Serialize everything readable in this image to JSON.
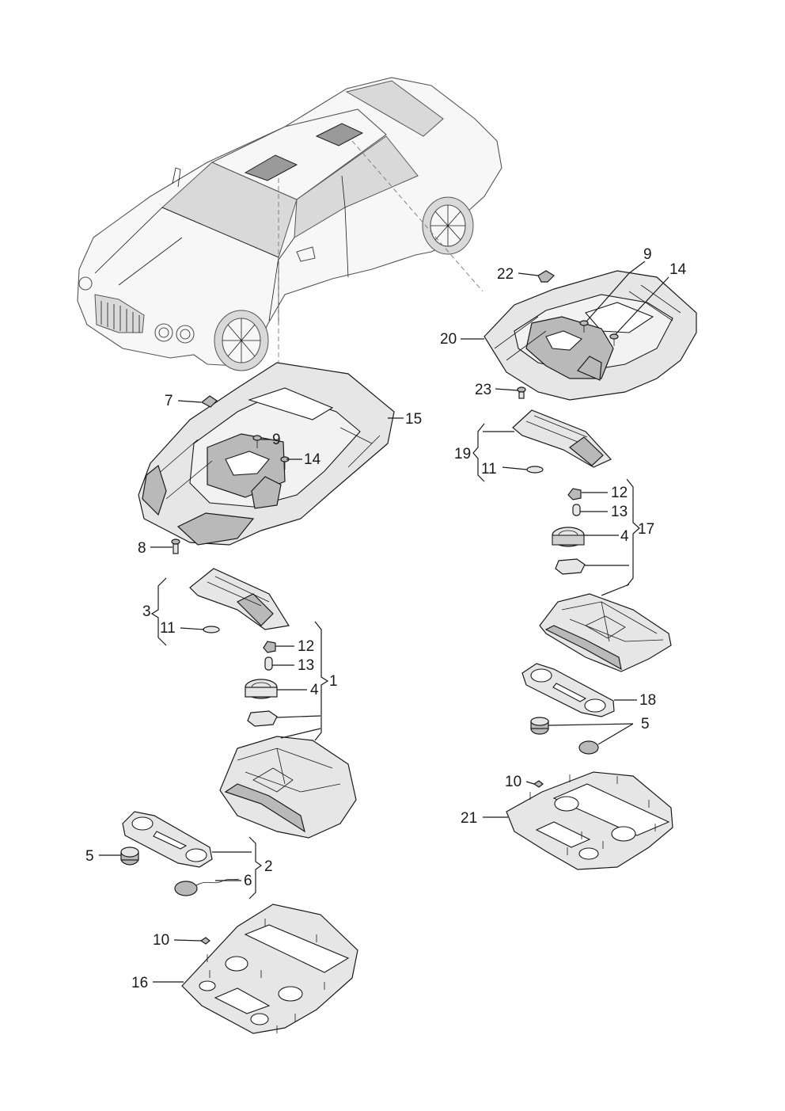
{
  "diagram": {
    "callouts": {
      "c1": "1",
      "c2": "2",
      "c3": "3",
      "c4a": "4",
      "c4b": "4",
      "c5a": "5",
      "c5b": "5",
      "c6": "6",
      "c7": "7",
      "c8": "8",
      "c9a": "9",
      "c9b": "9",
      "c10a": "10",
      "c10b": "10",
      "c11a": "11",
      "c11b": "11",
      "c12a": "12",
      "c12b": "12",
      "c13a": "13",
      "c13b": "13",
      "c14a": "14",
      "c14b": "14",
      "c15": "15",
      "c16": "16",
      "c17": "17",
      "c18": "18",
      "c19": "19",
      "c20": "20",
      "c21": "21",
      "c22": "22",
      "c23": "23"
    },
    "colors": {
      "line": "#1a1a1a",
      "part_fill": "#e6e6e6",
      "part_shade": "#b9b9b9",
      "car_fill": "#f7f7f7",
      "roof_panel": "#9a9a9a"
    }
  }
}
